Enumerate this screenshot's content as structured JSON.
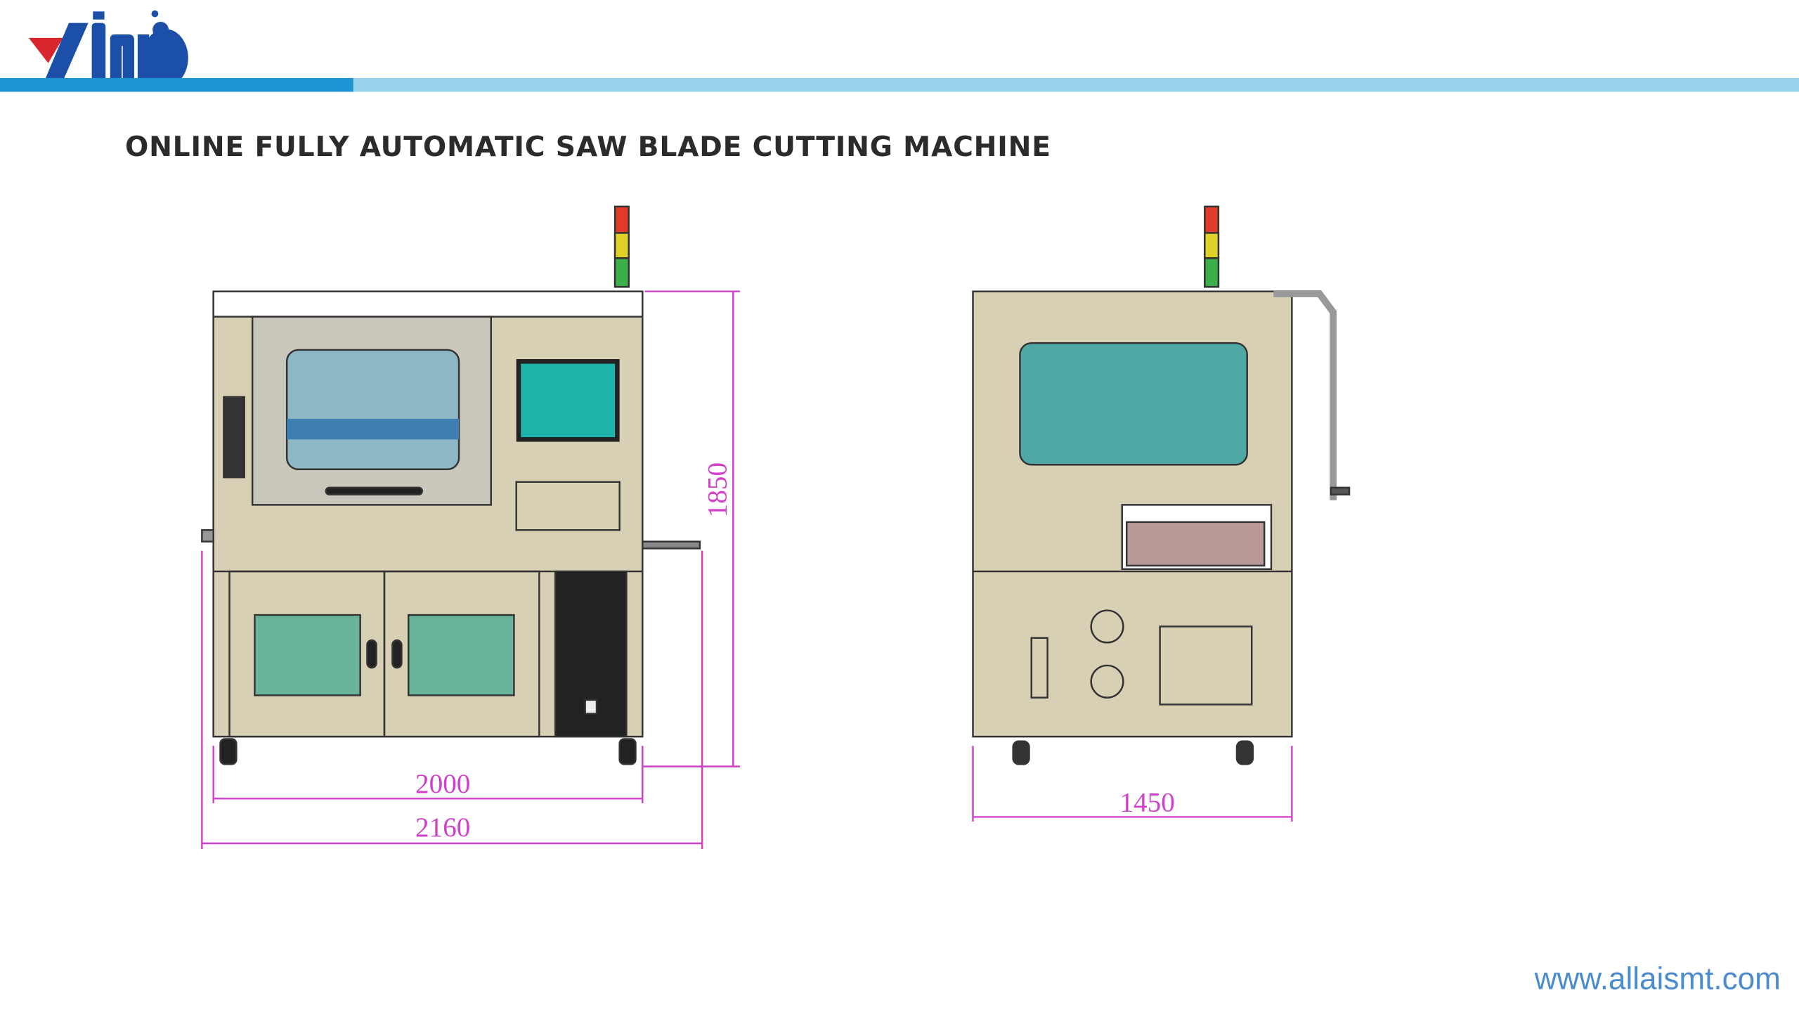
{
  "header": {
    "logo_text": "yinuo",
    "colors": {
      "brand_blue": "#1c4fa8",
      "logo_red": "#d9262e",
      "bar_dark": "#1d93d4",
      "bar_light": "#98d3ec"
    }
  },
  "page_title": "ONLINE FULLY AUTOMATIC SAW BLADE CUTTING MACHINE",
  "front_view": {
    "dim_height": "1850",
    "dim_width_body": "2000",
    "dim_width_total": "2160"
  },
  "side_view": {
    "dim_depth": "1450"
  },
  "footer": {
    "website": "www.allaismt.com"
  }
}
